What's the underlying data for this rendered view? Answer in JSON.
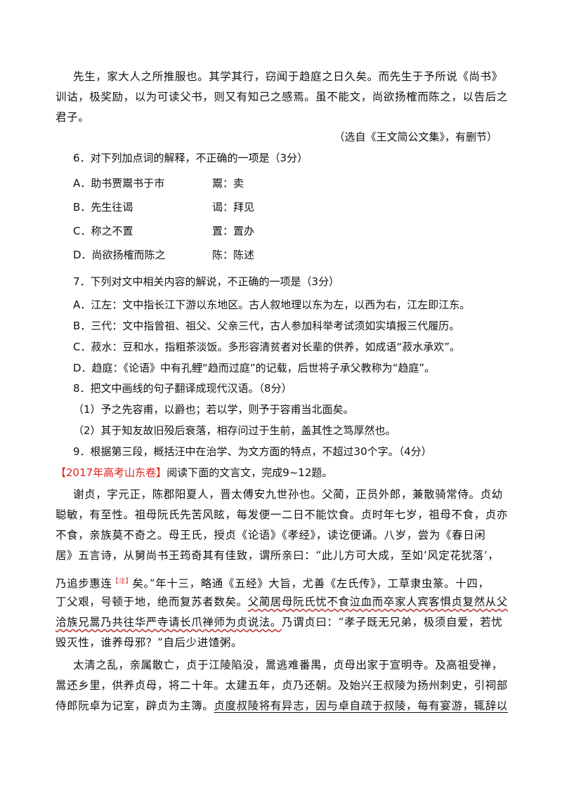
{
  "passage1": {
    "l1": "先生，家大人之所推服也。其学其行，窃闻于趋庭之日久矣。而先生于予所说《尚书》",
    "l2": "训诂，极奖励，以为可读父书，则又有知己之感焉。虽不能文，尚欲扬榷而陈之，以告后之",
    "l3": "君子。",
    "source": "（选自《王文简公文集》，有删节）"
  },
  "q6": {
    "stem": "6．对下列加点词的解释，不正确的一项是（3分）",
    "options": [
      {
        "text": "A．助书贾鬻书于市",
        "answer": "鬻：卖"
      },
      {
        "text": "B．先生往谒",
        "answer": "谒：拜见"
      },
      {
        "text": "C．称之不置",
        "answer": "置：置办"
      },
      {
        "text": "D．尚欲扬榷而陈之",
        "answer": "陈：陈述"
      }
    ]
  },
  "q7": {
    "stem": "7．下列对文中相关内容的解说，不正确的一项是（3分）",
    "a": "A．江左：文中指长江下游以东地区。古人叙地理以东为左，以西为右，江左即江东。",
    "b": "B．三代：文中指曾祖、祖父、父亲三代，古人参加科举考试须如实填报三代履历。",
    "c": "C．菽水：豆和水，指粗茶淡饭。多形容清贫者对长辈的供养，如成语“菽水承欢”。",
    "d": "D．趋庭：《论语》中有孔鲤“趋而过庭”的记载，后世将子承父教称为“趋庭”。"
  },
  "q8": {
    "stem": "8．把文中画线的句子翻译成现代汉语。（8分）",
    "s1": "（1）予之先容甫，以爵也；若以学，则予于容甫当北面矣。",
    "s2": "（2）其于知友故旧殁后衰落，相存问过于生前，盖其性之笃厚然也。"
  },
  "q9": {
    "stem": "9．根据第三段，概括汪中在治学、为文方面的特点，不超过30个字。（4分）"
  },
  "exam": {
    "tag": "【2017年高考山东卷】",
    "intro": "阅读下面的文言文，完成9~12题。"
  },
  "passage2": {
    "p1": [
      "谢贞，字元正，陈郡阳夏人，晋太傅安九世孙也。父蔺，正员外郎，兼散骑常侍。贞幼",
      "聪敏，有至性。祖母阮氏先苦风眩，每发便一二日不能饮食。贞时年七岁，祖母不食，贞亦",
      "不食，亲族莫不奇之。母王氏，授贞《论语》《孝经》，读讫便诵。八岁，尝为《春日闲",
      "居》五言诗，从舅尚书王筠奇其有佳致，谓所亲曰：“此儿方可大成，至如‘风定花犹落’，",
      "乃追步惠连",
      "矣。”年十三，略通《五经》大旨，尤善《左氏传》，工草隶虫篆。十四，",
      "丁父艰，号顿于地，绝而复苏者数矣。",
      "父蔺居母阮氏忧不食泣血而卒家人宾客惧贞复然从父",
      "洽族兄暠乃共往华严寺请长爪禅师为贞说法。",
      "乃谓贞曰：“孝子既无兄弟，极须自爱，若忧",
      "毁灭性，谁养母邪？”自后少进馇粥。"
    ],
    "note": "【注】",
    "p2": [
      "太清之乱，亲属散亡，贞于江陵陷没，暠逃难番禺，贞母出家于宣明寺。及高祖受禅，",
      "暠还乡里，供养贞母，将二十年。太建五年，贞乃还朝。及始兴王叔陵为扬州刺史，引祠部",
      "侍郎阮卓为记室，辟贞为主簿。",
      "贞度叔陵将有异志，因与卓自疏于叔陵，每有宴游，辄辞以"
    ]
  }
}
